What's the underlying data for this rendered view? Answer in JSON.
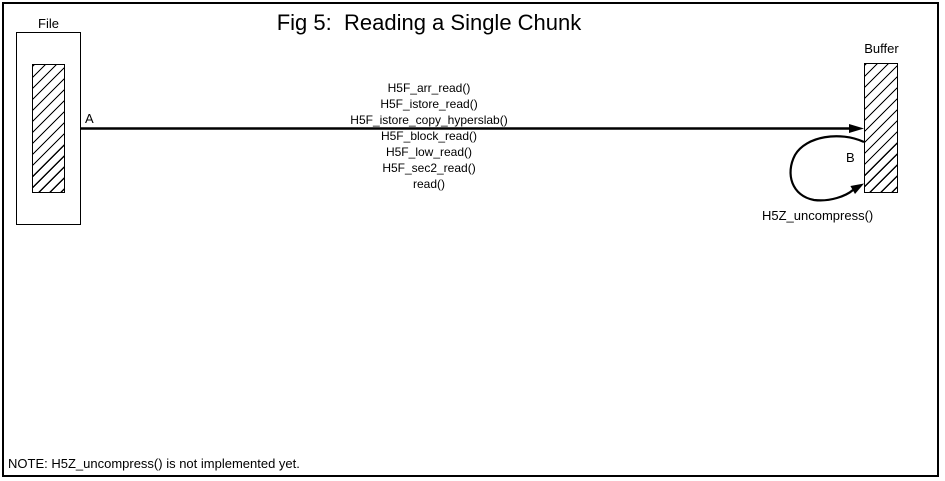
{
  "title": "Fig 5:  Reading a Single Chunk",
  "file_box": {
    "label": "File"
  },
  "buffer_box": {
    "label": "Buffer"
  },
  "arrow_a": {
    "label": "A",
    "call_stack": [
      "H5F_arr_read()",
      "H5F_istore_read()",
      "H5F_istore_copy_hyperslab()",
      "H5F_block_read()",
      "H5F_low_read()",
      "H5F_sec2_read()",
      "read()"
    ]
  },
  "arrow_b": {
    "label": "B",
    "function_label": "H5Z_uncompress()"
  },
  "note": "NOTE: H5Z_uncompress() is not implemented yet.",
  "colors": {
    "ink": "#000000",
    "background": "#ffffff"
  }
}
